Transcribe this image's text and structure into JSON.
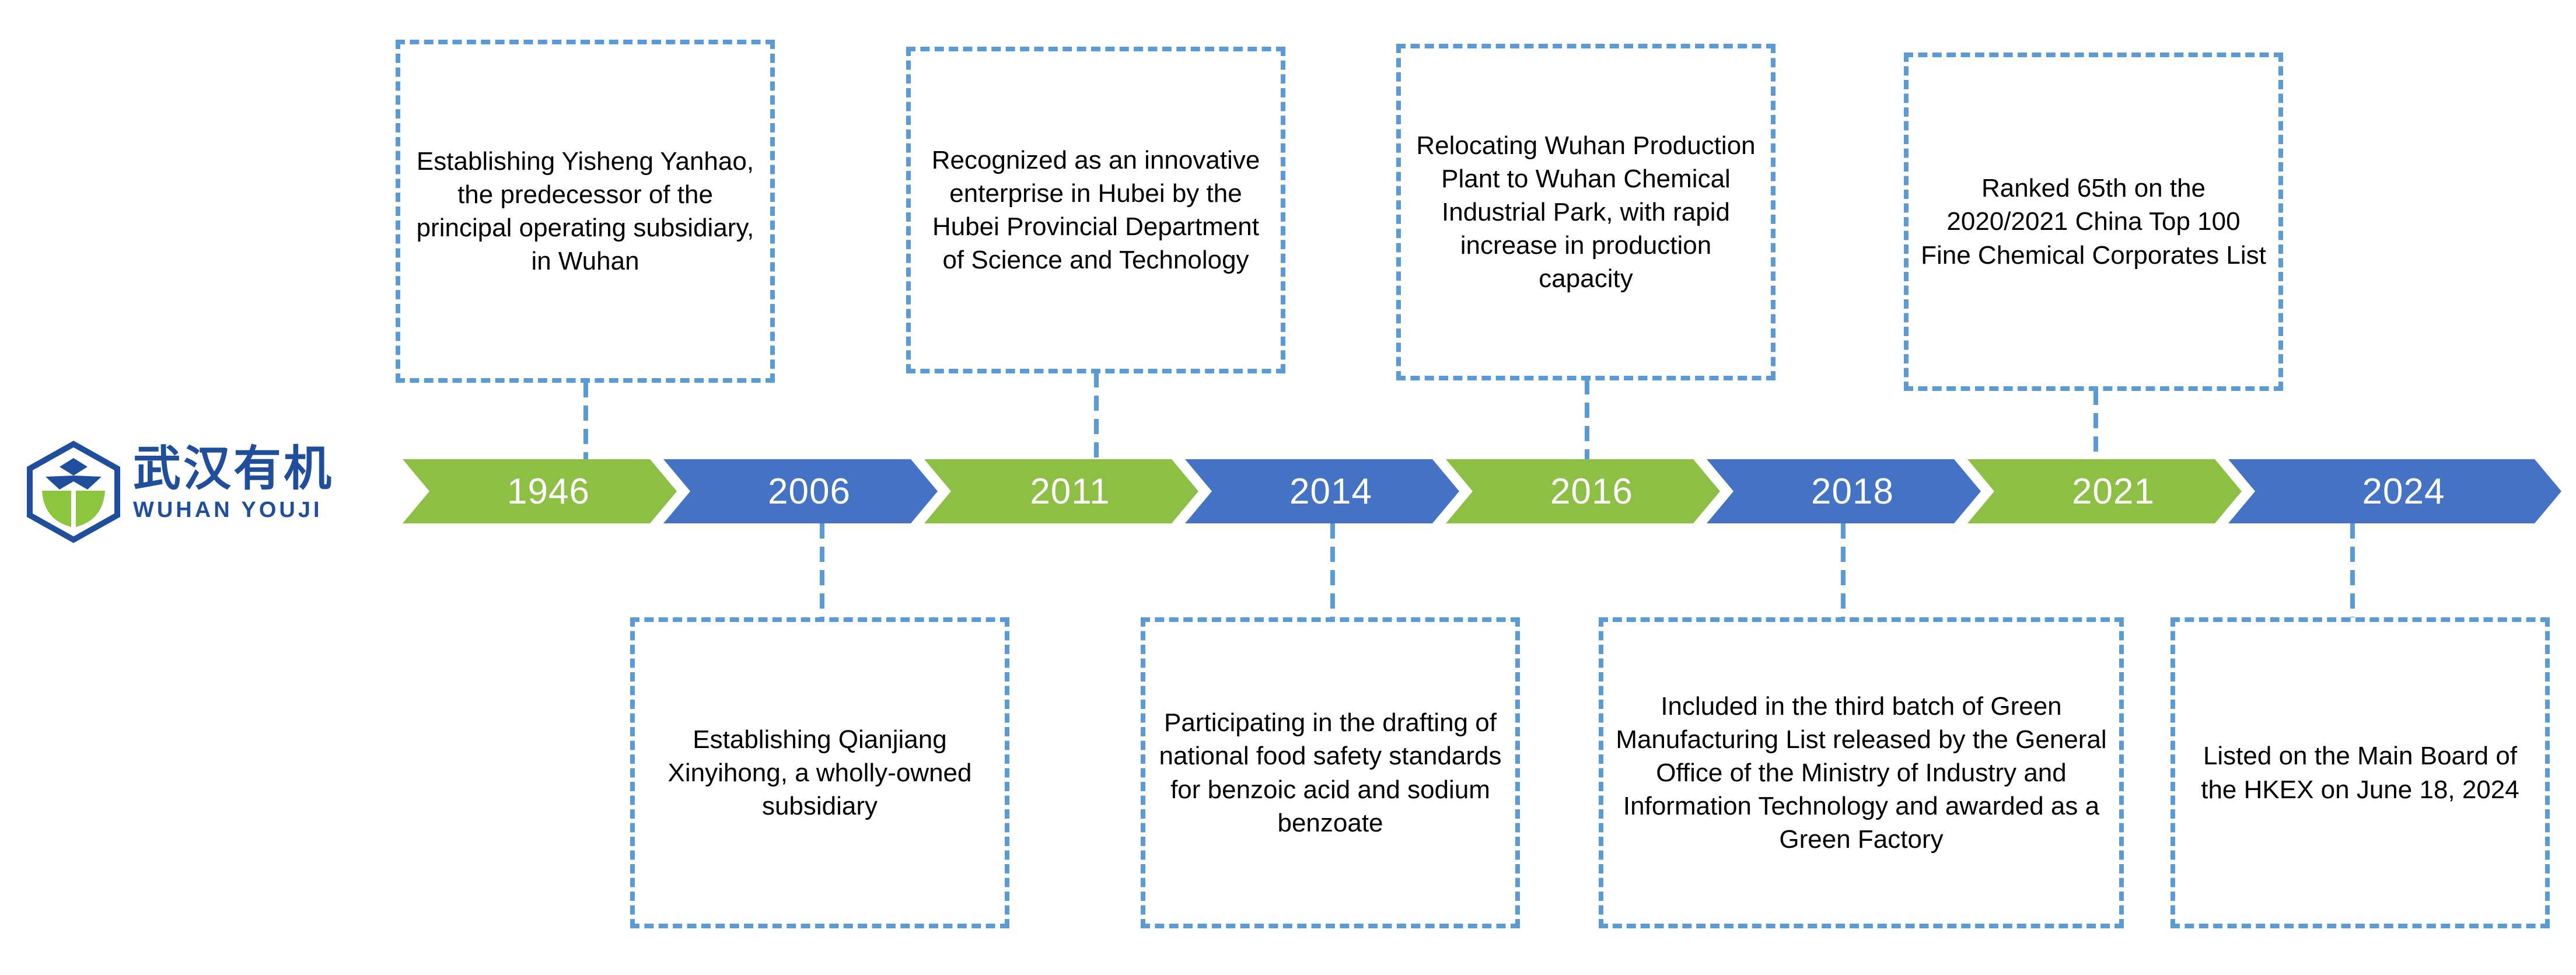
{
  "brand": {
    "logo_icon": "hexagon-leaf-logo",
    "chinese_name": "武汉有机",
    "latin_name": "WUHAN  YOUJI",
    "colors": {
      "logo_blue": "#1F4E9C",
      "logo_green": "#8CC63F"
    }
  },
  "colors": {
    "green": "#8CBF43",
    "blue": "#4472C4",
    "dash_blue": "#5B9BD5",
    "text": "#000000",
    "year_text": "#FFFFFF",
    "background": "#FFFFFF"
  },
  "timeline": {
    "milestones": [
      {
        "year": "1946",
        "color": "green",
        "callout_position": "top",
        "text": "Establishing Yisheng Yanhao, the predecessor of the principal operating subsidiary, in Wuhan"
      },
      {
        "year": "2006",
        "color": "blue",
        "callout_position": "bottom",
        "text": "Establishing Qianjiang Xinyihong, a wholly-owned subsidiary"
      },
      {
        "year": "2011",
        "color": "green",
        "callout_position": "top",
        "text": "Recognized as an innovative enterprise in Hubei by the Hubei Provincial Department of Science and Technology"
      },
      {
        "year": "2014",
        "color": "blue",
        "callout_position": "bottom",
        "text": "Participating in the drafting of national food safety standards for benzoic acid and sodium benzoate"
      },
      {
        "year": "2016",
        "color": "green",
        "callout_position": "top",
        "text": "Relocating Wuhan Production Plant to Wuhan Chemical Industrial Park, with rapid increase in production capacity"
      },
      {
        "year": "2018",
        "color": "blue",
        "callout_position": "bottom",
        "text": "Included in the third batch of Green Manufacturing List released by the General Office of the Ministry of Industry and Information Technology and awarded as a Green Factory"
      },
      {
        "year": "2021",
        "color": "green",
        "callout_position": "top",
        "text": "Ranked 65th on the 2020/2021 China Top 100 Fine Chemical Corporates List"
      },
      {
        "year": "2024",
        "color": "blue",
        "callout_position": "bottom",
        "text": "Listed on the Main Board of the HKEX on June 18, 2024"
      }
    ]
  }
}
